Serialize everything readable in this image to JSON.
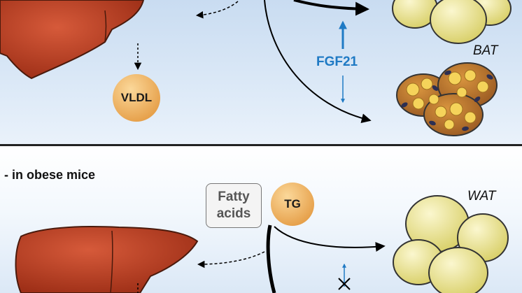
{
  "top_panel": {
    "nodes": {
      "vldl": "VLDL"
    },
    "labels": {
      "bat": "BAT",
      "fgf21": "FGF21"
    }
  },
  "bottom_panel": {
    "heading": "- in obese mice",
    "fatty_acids": [
      "Fatty",
      "acids"
    ],
    "nodes": {
      "tg": "TG"
    },
    "labels": {
      "wat": "WAT"
    }
  },
  "colors": {
    "liver": "#b23a1e",
    "lipid_circle": "#f0b96a",
    "adipocyte": "#ece69a",
    "fgf21_arrow": "#1f7ac4",
    "brown_adipocyte": "#b06a2a",
    "mitochondria": "#2d2f52"
  }
}
